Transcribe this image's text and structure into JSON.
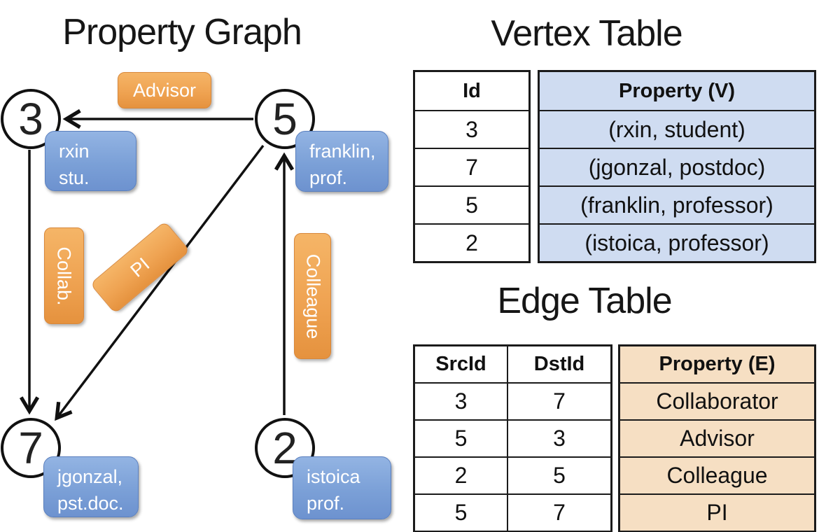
{
  "graph": {
    "title": "Property Graph",
    "vertices": [
      {
        "id": "3",
        "line1": "rxin",
        "line2": "stu."
      },
      {
        "id": "5",
        "line1": "franklin,",
        "line2": "prof."
      },
      {
        "id": "7",
        "line1": "jgonzal,",
        "line2": "pst.doc."
      },
      {
        "id": "2",
        "line1": "istoica",
        "line2": "prof."
      }
    ],
    "edge_labels": {
      "advisor": "Advisor",
      "collab": "Collab.",
      "pi": "PI",
      "colleague": "Colleague"
    }
  },
  "vertex_table": {
    "title": "Vertex Table",
    "columns": {
      "id": "Id",
      "property": "Property (V)"
    },
    "rows": [
      {
        "id": "3",
        "property": "(rxin, student)"
      },
      {
        "id": "7",
        "property": "(jgonzal, postdoc)"
      },
      {
        "id": "5",
        "property": "(franklin, professor)"
      },
      {
        "id": "2",
        "property": "(istoica, professor)"
      }
    ]
  },
  "edge_table": {
    "title": "Edge Table",
    "columns": {
      "src": "SrcId",
      "dst": "DstId",
      "property": "Property (E)"
    },
    "rows": [
      {
        "src": "3",
        "dst": "7",
        "property": "Collaborator"
      },
      {
        "src": "5",
        "dst": "3",
        "property": "Advisor"
      },
      {
        "src": "2",
        "dst": "5",
        "property": "Colleague"
      },
      {
        "src": "5",
        "dst": "7",
        "property": "PI"
      }
    ]
  },
  "colors": {
    "edge_label_orange": "#efa352",
    "vertex_label_blue": "#7ba0d7",
    "vertex_table_fill": "#cfdcf1",
    "edge_table_fill": "#f6dfc3",
    "line_black": "#111111"
  }
}
